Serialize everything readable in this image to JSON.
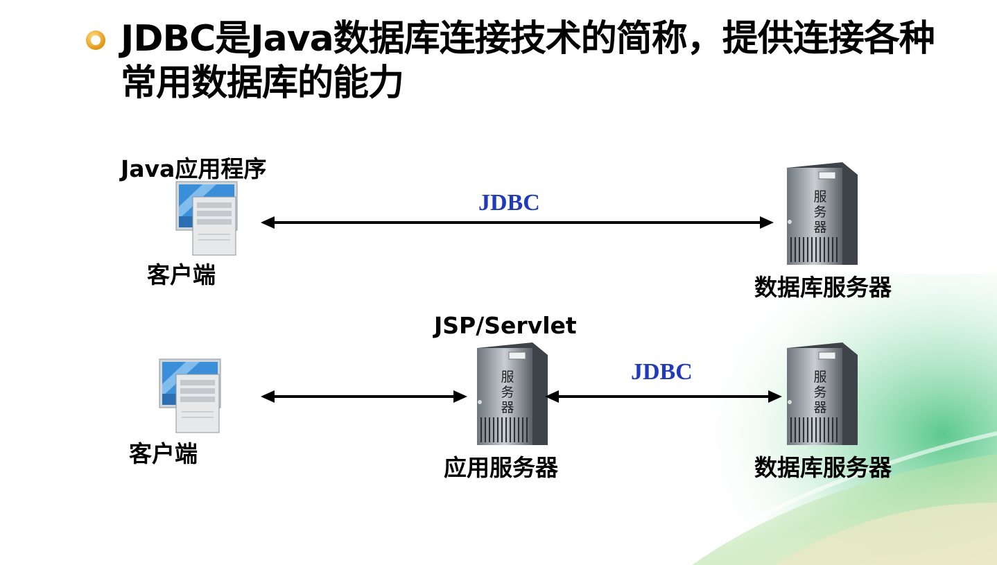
{
  "title": "JDBC是Java数据库连接技术的简称，提供连接各种常用数据库的能力",
  "diagram1": {
    "app_label": "Java应用程序",
    "client_label": "客户端",
    "connection_label": "JDBC",
    "db_server_label": "数据库服务器",
    "server_text": "服务器"
  },
  "diagram2": {
    "middle_label": "JSP/Servlet",
    "client_label": "客户端",
    "app_server_label": "应用服务器",
    "connection_label": "JDBC",
    "db_server_label": "数据库服务器",
    "server_text": "服务器"
  },
  "colors": {
    "accent_jdbc": "#1f3bb8",
    "bullet": "#f0a020",
    "deco_green": "#5cc88a"
  }
}
